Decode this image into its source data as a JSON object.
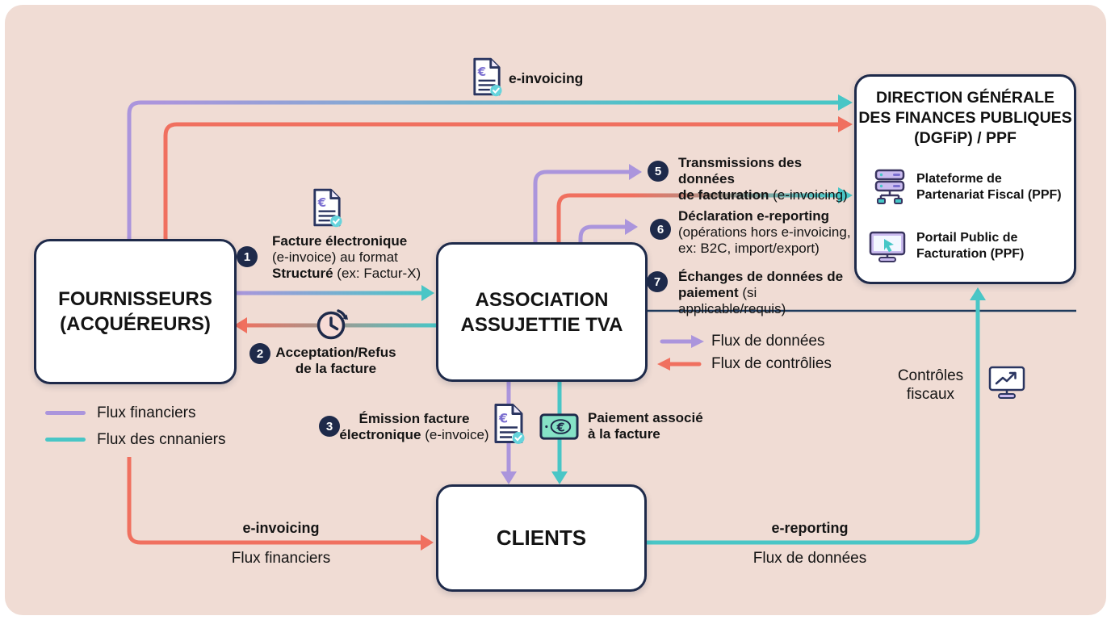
{
  "colors": {
    "purple": "#ab95dc",
    "teal": "#49c6c6",
    "red": "#f0705f",
    "navy": "#1e2a4a"
  },
  "top_flow": {
    "label": "e-invoicing",
    "icon": "invoice-icon"
  },
  "boxes": {
    "fournisseurs": {
      "line1": "FOURNISSEURS",
      "line2": "(ACQUÉREURS)"
    },
    "association": {
      "line1": "ASSOCIATION",
      "line2": "ASSUJETTIE TVA"
    },
    "clients": {
      "title": "CLIENTS"
    },
    "dgfip": {
      "title1": "DIRECTION GÉNÉRALE",
      "title2": "DES FINANCES PUBLIQUES",
      "title3": "(DGFiP) / PPF",
      "items": [
        {
          "icon": "server-icon",
          "line1": "Plateforme de",
          "line2": "Partenariat Fiscal (PPF)"
        },
        {
          "icon": "monitor-cursor-icon",
          "line1": "Portail Public de",
          "line2": "Facturation (PPF)"
        }
      ]
    }
  },
  "steps": {
    "s1": {
      "num": "1",
      "icon": "invoice-icon",
      "bold1": "Facture électronique",
      "line2": "(e-invoice) au format",
      "bold3": "Structuré",
      "rest3": " (ex: Factur-X)"
    },
    "s2": {
      "num": "2",
      "icon": "clock-icon",
      "line1": "Acceptation/Refus",
      "line2": "de la facture"
    },
    "s3": {
      "num": "3",
      "icon": "invoice-icon",
      "bold1": "Émission facture",
      "bold2": "électronique",
      "rest2": " (e-invoice)"
    },
    "s5": {
      "num": "5",
      "bold1": "Transmissions des données",
      "bold2": "de facturation",
      "rest2": " (e-invoicing)"
    },
    "s6": {
      "num": "6",
      "bold1": "Déclaration e-reporting",
      "line2": "(opérations hors e-invoicing,",
      "line3": "ex: B2C, import/export)"
    },
    "s7": {
      "num": "7",
      "bold1": "Échanges de données de",
      "bold2": "paiement",
      "rest2": " (si applicable/requis)"
    }
  },
  "payment": {
    "icon": "banknote-icon",
    "line1": "Paiement associé",
    "line2": "à la facture"
  },
  "legend_left": [
    {
      "label": "Flux financiers",
      "color": "#ab95dc"
    },
    {
      "label": "Flux des cnnaniers",
      "color": "#49c6c6"
    }
  ],
  "legend_right": [
    {
      "label": "Flux de données",
      "color": "#ab95dc"
    },
    {
      "label": "Flux de contrôlies",
      "color": "#f0705f"
    }
  ],
  "controles": {
    "line1": "Contrôles",
    "line2": "fiscaux",
    "icon": "monitor-chart-icon"
  },
  "bottom_left": {
    "bold": "e-invoicing",
    "sub": "Flux financiers"
  },
  "bottom_right": {
    "bold": "e-reporting",
    "sub": "Flux de données"
  }
}
